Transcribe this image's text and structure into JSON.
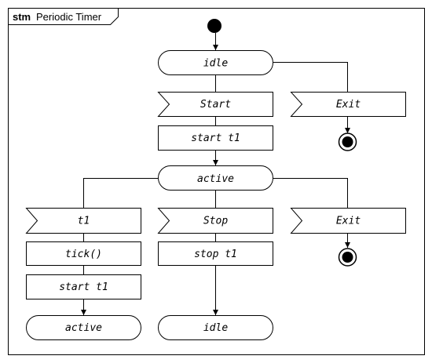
{
  "diagram": {
    "kind_label": "stm",
    "title": "Periodic Timer",
    "states": {
      "idle_top": "idle",
      "active_mid": "active",
      "active_bottom": "active",
      "idle_bottom": "idle"
    },
    "signals": {
      "start": "Start",
      "exit_top": "Exit",
      "t1": "t1",
      "stop": "Stop",
      "exit_mid": "Exit"
    },
    "actions": {
      "start_t1_top": "start t1",
      "tick": "tick()",
      "start_t1_bottom": "start t1",
      "stop_t1": "stop t1"
    }
  }
}
